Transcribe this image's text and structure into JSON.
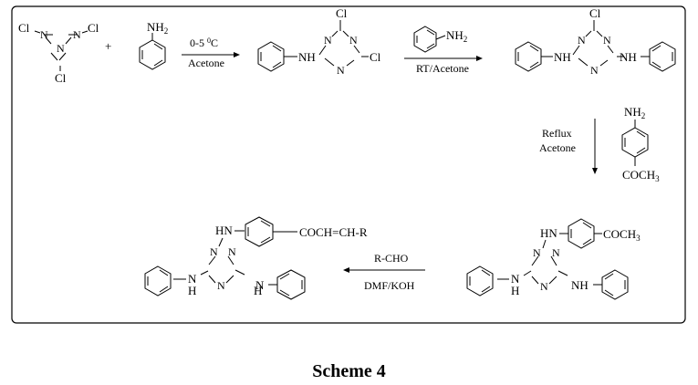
{
  "caption": "Scheme 4",
  "atoms": {
    "Cl": "Cl",
    "N": "N",
    "H": "H",
    "NH": "NH",
    "HN": "HN",
    "NH2": "NH",
    "sub2": "2",
    "COCH3": "COCH",
    "sub3": "3",
    "enone": "COCH=CH-R"
  },
  "conditions": {
    "step1_top": "0-5 ",
    "step1_deg": "0",
    "step1_unit": "C",
    "step1_bottom": "Acetone",
    "step2_bottom": "RT/Acetone",
    "step3_line1": "Reflux",
    "step3_line2": "Acetone",
    "step4_top": "R-CHO",
    "step4_bottom": "DMF/KOH"
  },
  "plus": "+"
}
